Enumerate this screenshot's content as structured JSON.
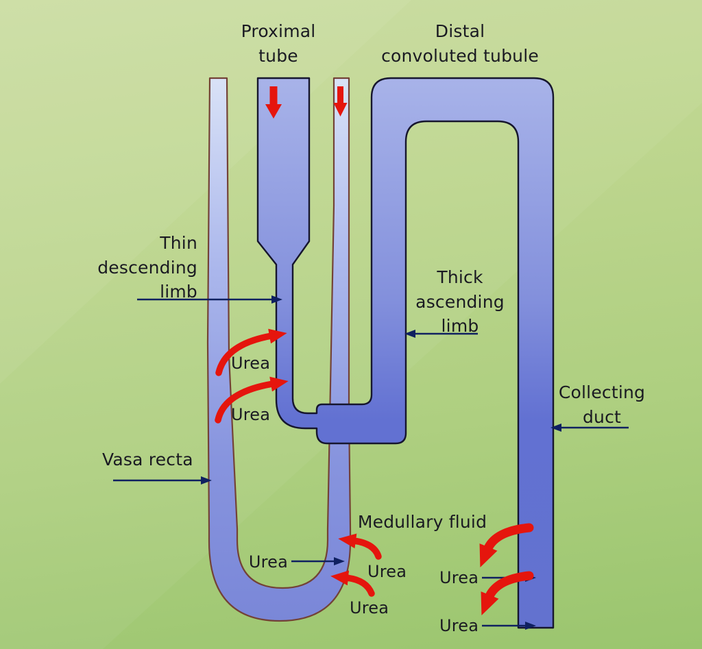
{
  "diagram": {
    "labels": {
      "proximal_tube": {
        "line1": "Proximal",
        "line2": "tube"
      },
      "distal_convoluted_tubule": {
        "line1": "Distal",
        "line2": "convoluted tubule"
      },
      "thin_descending_limb": {
        "line1": "Thin",
        "line2": "descending",
        "line3": "limb"
      },
      "thick_ascending_limb": {
        "line1": "Thick",
        "line2": "ascending",
        "line3": "limb"
      },
      "collecting_duct": {
        "line1": "Collecting",
        "line2": "duct"
      },
      "vasa_recta": "Vasa recta",
      "medullary_fluid": "Medullary fluid",
      "urea": "Urea"
    },
    "icons": {
      "flow_down": "red-down-arrow",
      "urea_transfer": "red-curved-arrow",
      "label_pointer": "navy-pointer-arrow"
    },
    "colors": {
      "background_green": "#b5d286",
      "tubule_fill_top": "#a8b3e9",
      "tubule_fill_bottom": "#6272d0",
      "tubule_border": "#16162e",
      "vasa_recta_fill_top": "#d8e2f7",
      "vasa_recta_fill_bottom": "#7986d7",
      "vasa_recta_border": "#734236",
      "arrow_red": "#e5150d",
      "arrow_navy": "#0f2060",
      "text": "#1a1a22"
    }
  }
}
